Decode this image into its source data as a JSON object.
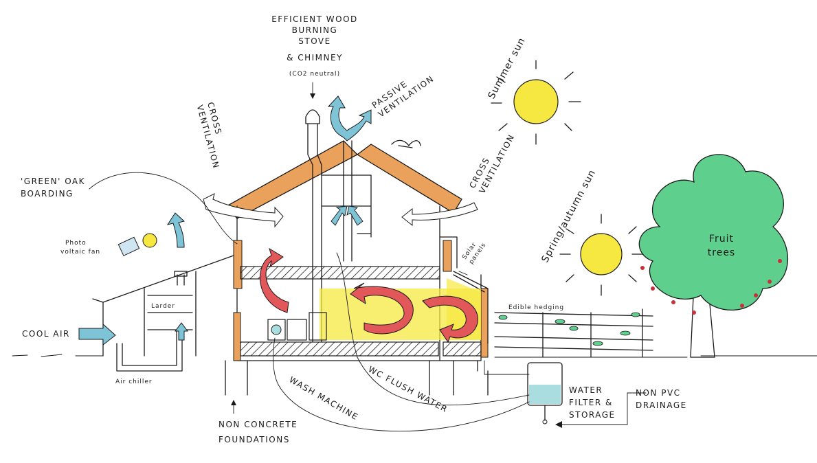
{
  "labels": {
    "stove": [
      "Efficient wood",
      "burning",
      "stove",
      "& chimney",
      "(CO2 neutral)"
    ],
    "passive_ventilation": [
      "Passive",
      "ventilation"
    ],
    "summer_sun": "Summer sun",
    "cross_ventilation_left": [
      "Cross",
      "ventilation"
    ],
    "cross_ventilation_right": [
      "Cross",
      "ventilation"
    ],
    "green_oak": [
      "'Green' oak",
      "boarding"
    ],
    "photo_voltaic_fan": [
      "Photo",
      "voltaic fan"
    ],
    "cool_air": "Cool air",
    "air_chiller": "Air chiller",
    "larder": "Larder",
    "non_concrete": [
      "Non concrete",
      "foundations"
    ],
    "wash_machine": "Wash machine",
    "wc_flush_water": "WC flush water",
    "water_filter": [
      "Water",
      "filter &",
      "storage"
    ],
    "non_pvc": [
      "Non PVC",
      "drainage"
    ],
    "solar_panels": [
      "Solar",
      "panels"
    ],
    "edible_hedging": "Edible hedging",
    "spring_autumn_sun": "Spring/autumn sun",
    "fruit_trees": [
      "Fruit",
      "trees"
    ]
  },
  "colors": {
    "timber": "#e9a15c",
    "sun": "#f6e840",
    "warm_air": "#e2585a",
    "cool_air": "#7ec3d6",
    "tree": "#5fcf8e",
    "water": "#a9dde0",
    "ink": "#1a1a1a"
  }
}
